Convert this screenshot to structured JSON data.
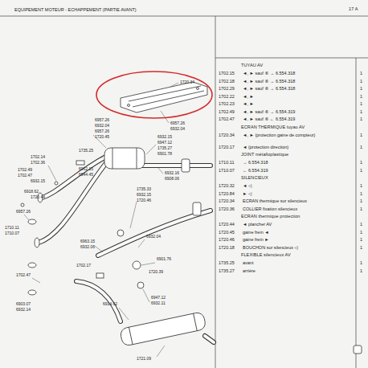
{
  "diagram": {
    "title": "EQUIPEMENT MOTEUR - ECHAPPEMENT (PARTIE AVANT)",
    "labels": [
      "17 A",
      "1720.34",
      "6957.26",
      "6932.04",
      "6932.15",
      "6947.12",
      "1735.27",
      "6901.78",
      "6957.26",
      "6932.04",
      "6957.26",
      "1720.45",
      "1702.14",
      "1702.36",
      "1702.49",
      "1702.47",
      "6932.15",
      "1735.25",
      "6962.15",
      "6944.45",
      "6932.16",
      "6908.06",
      "6918.62",
      "1720.44",
      "6957.26",
      "1710.11",
      "1710.07",
      "1735.33",
      "6932.15",
      "1720.46",
      "6932.04",
      "6901.76",
      "1720.39",
      "6963.15",
      "6932.06",
      "1702.17",
      "1702.47",
      "6903.07",
      "6932.14",
      "6914.62",
      "6947.12",
      "6932.11",
      "1721.09",
      "TUYAU AV",
      "1702.15",
      "◄, ► sauf ⑥ → 6.554.318",
      "1",
      "1702.18",
      "◄, ► sauf ⑥ → 6.554.318",
      "1",
      "1702.29",
      "◄, ► sauf ⑥ → 6.554.318",
      "1",
      "1702.22",
      "◄, ►",
      "1",
      "1702.23",
      "◄, ►",
      "1",
      "1702.49",
      "◄, ► sauf ⑥ → 6.554.319",
      "1",
      "1702.47",
      "◄, ► sauf ⑥ ← 6.554.319",
      "1",
      "ECRAN THERMIQUE tuyau AV",
      "1720.34",
      "◄, ► (protection gaine de compteur)",
      "1",
      "1720.17",
      "◄ (protection direction)",
      "1",
      "JOINT métalloplastique",
      "1710.11",
      "→ 6.554.318",
      "1",
      "1710.07",
      "← 6.554.319",
      "1",
      "SILENCIEUX",
      "1720.32",
      "◄ ◁",
      "1",
      "1720.84",
      "► ◁",
      "1",
      "1720.34",
      "ECRAN thermique sur silencieux",
      "1",
      "1720.36",
      "COLLIER fixation silencieux",
      "1",
      "ECRAN thermique protection",
      "1720.44",
      "◄ plancher AV",
      "1",
      "1720.45",
      "gaine frein ◄",
      "1",
      "1720.46",
      "gaine frein ►",
      "1",
      "1720.18",
      "BOUCHON sur silencieux ◁",
      "1",
      "FLEXIBLE silencieux AV",
      "1735.25",
      "avant",
      "1",
      "1735.27",
      "arrière",
      "1"
    ]
  }
}
